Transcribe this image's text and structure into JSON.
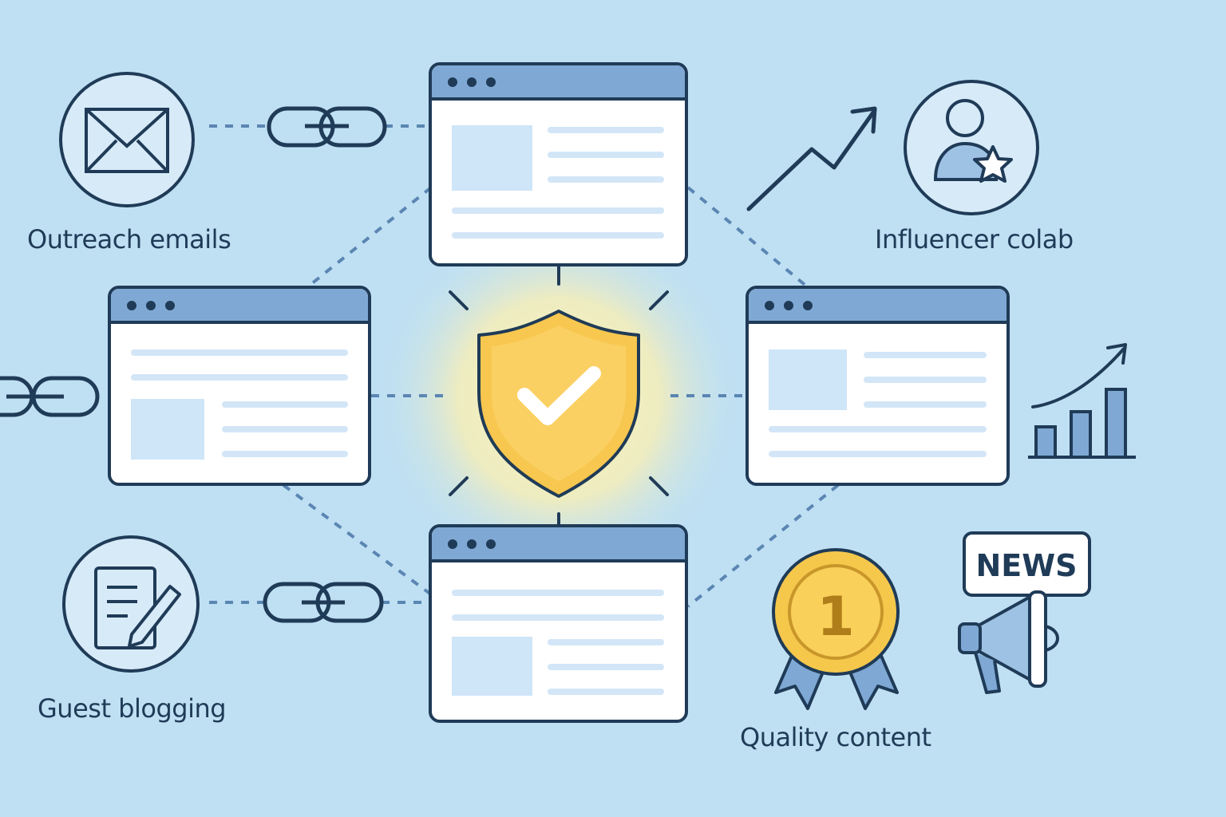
{
  "palette": {
    "background": "#bfe0f3",
    "outline": "#1f3b57",
    "window_header": "#7fa9d4",
    "window_body": "#ffffff",
    "content_line": "#d3e6f7",
    "content_block": "#cfe5f8",
    "shield": "#f7c74f",
    "glow": "#fff3b0",
    "medal": "#f5c84c",
    "ribbon": "#7fa9d4",
    "dashed_connector": "#5b86b3"
  },
  "labels": {
    "outreach": "Outreach emails",
    "influencer": "Influencer colab",
    "guest": "Guest blogging",
    "quality": "Quality content"
  },
  "badges": {
    "news": "NEWS",
    "medal_rank": "1"
  },
  "icons": {
    "outreach": "envelope-icon",
    "influencer": "user-star-icon",
    "guest": "document-pencil-icon",
    "quality": "medal-icon",
    "news": "megaphone-icon",
    "growth": "trend-arrow-icon",
    "bars": "bar-chart-icon",
    "links": "chain-link-icon",
    "center": "shield-check-icon"
  }
}
